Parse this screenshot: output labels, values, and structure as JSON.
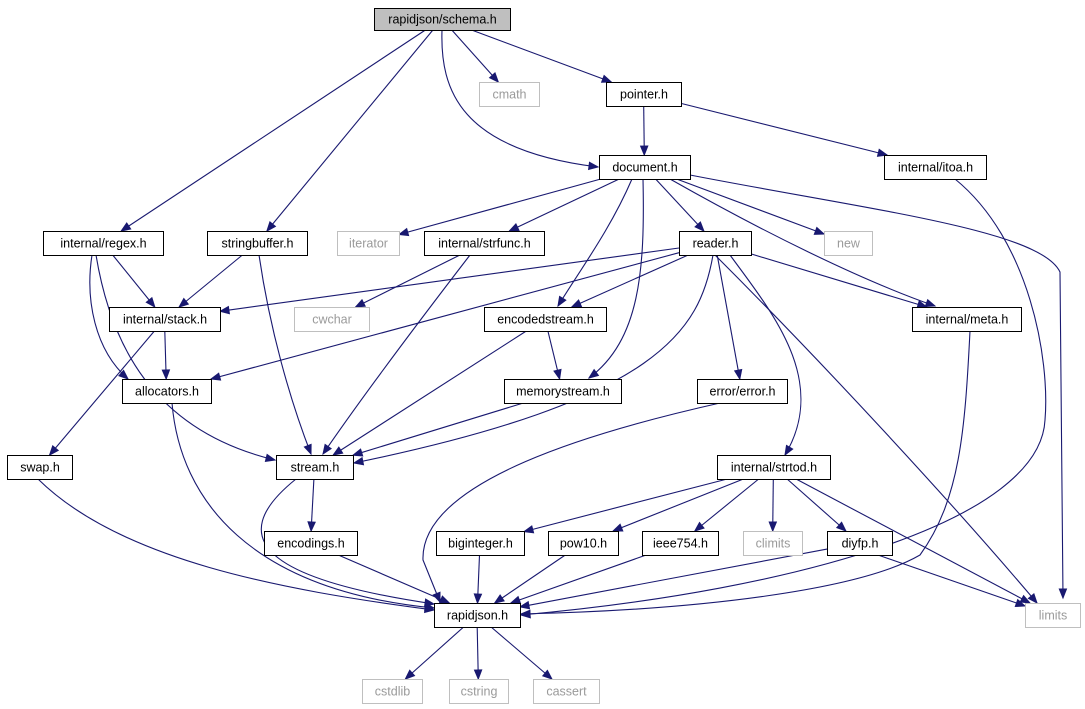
{
  "diagram": {
    "type": "include-dependency-graph",
    "nodes": [
      {
        "id": "schema",
        "label": "rapidjson/schema.h",
        "kind": "root"
      },
      {
        "id": "cmath",
        "label": "cmath",
        "kind": "system"
      },
      {
        "id": "pointer",
        "label": "pointer.h",
        "kind": "local"
      },
      {
        "id": "document",
        "label": "document.h",
        "kind": "local"
      },
      {
        "id": "itoa",
        "label": "internal/itoa.h",
        "kind": "local"
      },
      {
        "id": "regex",
        "label": "internal/regex.h",
        "kind": "local"
      },
      {
        "id": "stringbuffer",
        "label": "stringbuffer.h",
        "kind": "local"
      },
      {
        "id": "iterator",
        "label": "iterator",
        "kind": "system"
      },
      {
        "id": "strfunc",
        "label": "internal/strfunc.h",
        "kind": "local"
      },
      {
        "id": "reader",
        "label": "reader.h",
        "kind": "local"
      },
      {
        "id": "new",
        "label": "new",
        "kind": "system"
      },
      {
        "id": "stack",
        "label": "internal/stack.h",
        "kind": "local"
      },
      {
        "id": "cwchar",
        "label": "cwchar",
        "kind": "system"
      },
      {
        "id": "encodedstream",
        "label": "encodedstream.h",
        "kind": "local"
      },
      {
        "id": "meta",
        "label": "internal/meta.h",
        "kind": "local"
      },
      {
        "id": "allocators",
        "label": "allocators.h",
        "kind": "local"
      },
      {
        "id": "memorystream",
        "label": "memorystream.h",
        "kind": "local"
      },
      {
        "id": "error",
        "label": "error/error.h",
        "kind": "local"
      },
      {
        "id": "swap",
        "label": "swap.h",
        "kind": "local"
      },
      {
        "id": "stream",
        "label": "stream.h",
        "kind": "local"
      },
      {
        "id": "strtod",
        "label": "internal/strtod.h",
        "kind": "local"
      },
      {
        "id": "encodings",
        "label": "encodings.h",
        "kind": "local"
      },
      {
        "id": "biginteger",
        "label": "biginteger.h",
        "kind": "local"
      },
      {
        "id": "pow10",
        "label": "pow10.h",
        "kind": "local"
      },
      {
        "id": "ieee754",
        "label": "ieee754.h",
        "kind": "local"
      },
      {
        "id": "climits",
        "label": "climits",
        "kind": "system"
      },
      {
        "id": "diyfp",
        "label": "diyfp.h",
        "kind": "local"
      },
      {
        "id": "rapidjson",
        "label": "rapidjson.h",
        "kind": "local"
      },
      {
        "id": "limits",
        "label": "limits",
        "kind": "system"
      },
      {
        "id": "cstdlib",
        "label": "cstdlib",
        "kind": "system"
      },
      {
        "id": "cstring",
        "label": "cstring",
        "kind": "system"
      },
      {
        "id": "cassert",
        "label": "cassert",
        "kind": "system"
      }
    ],
    "edges": [
      {
        "from": "schema",
        "to": "cmath"
      },
      {
        "from": "schema",
        "to": "pointer"
      },
      {
        "from": "schema",
        "to": "document"
      },
      {
        "from": "schema",
        "to": "regex"
      },
      {
        "from": "schema",
        "to": "stringbuffer"
      },
      {
        "from": "pointer",
        "to": "document"
      },
      {
        "from": "pointer",
        "to": "itoa"
      },
      {
        "from": "document",
        "to": "iterator"
      },
      {
        "from": "document",
        "to": "strfunc"
      },
      {
        "from": "document",
        "to": "reader"
      },
      {
        "from": "document",
        "to": "new"
      },
      {
        "from": "document",
        "to": "meta"
      },
      {
        "from": "document",
        "to": "encodedstream"
      },
      {
        "from": "document",
        "to": "memorystream"
      },
      {
        "from": "document",
        "to": "limits"
      },
      {
        "from": "itoa",
        "to": "rapidjson"
      },
      {
        "from": "regex",
        "to": "stack"
      },
      {
        "from": "regex",
        "to": "allocators"
      },
      {
        "from": "regex",
        "to": "stream"
      },
      {
        "from": "stringbuffer",
        "to": "stack"
      },
      {
        "from": "stringbuffer",
        "to": "stream"
      },
      {
        "from": "strfunc",
        "to": "cwchar"
      },
      {
        "from": "strfunc",
        "to": "stream"
      },
      {
        "from": "reader",
        "to": "stack"
      },
      {
        "from": "reader",
        "to": "allocators"
      },
      {
        "from": "reader",
        "to": "encodedstream"
      },
      {
        "from": "reader",
        "to": "meta"
      },
      {
        "from": "reader",
        "to": "stream"
      },
      {
        "from": "reader",
        "to": "error"
      },
      {
        "from": "reader",
        "to": "strtod"
      },
      {
        "from": "reader",
        "to": "limits"
      },
      {
        "from": "stack",
        "to": "allocators"
      },
      {
        "from": "stack",
        "to": "swap"
      },
      {
        "from": "encodedstream",
        "to": "memorystream"
      },
      {
        "from": "encodedstream",
        "to": "stream"
      },
      {
        "from": "meta",
        "to": "rapidjson"
      },
      {
        "from": "allocators",
        "to": "rapidjson"
      },
      {
        "from": "memorystream",
        "to": "stream"
      },
      {
        "from": "error",
        "to": "rapidjson"
      },
      {
        "from": "swap",
        "to": "rapidjson"
      },
      {
        "from": "stream",
        "to": "encodings"
      },
      {
        "from": "stream",
        "to": "rapidjson"
      },
      {
        "from": "strtod",
        "to": "biginteger"
      },
      {
        "from": "strtod",
        "to": "pow10"
      },
      {
        "from": "strtod",
        "to": "ieee754"
      },
      {
        "from": "strtod",
        "to": "climits"
      },
      {
        "from": "strtod",
        "to": "diyfp"
      },
      {
        "from": "strtod",
        "to": "limits"
      },
      {
        "from": "encodings",
        "to": "rapidjson"
      },
      {
        "from": "biginteger",
        "to": "rapidjson"
      },
      {
        "from": "pow10",
        "to": "rapidjson"
      },
      {
        "from": "ieee754",
        "to": "rapidjson"
      },
      {
        "from": "diyfp",
        "to": "rapidjson"
      },
      {
        "from": "diyfp",
        "to": "limits"
      },
      {
        "from": "rapidjson",
        "to": "cstdlib"
      },
      {
        "from": "rapidjson",
        "to": "cstring"
      },
      {
        "from": "rapidjson",
        "to": "cassert"
      }
    ]
  }
}
